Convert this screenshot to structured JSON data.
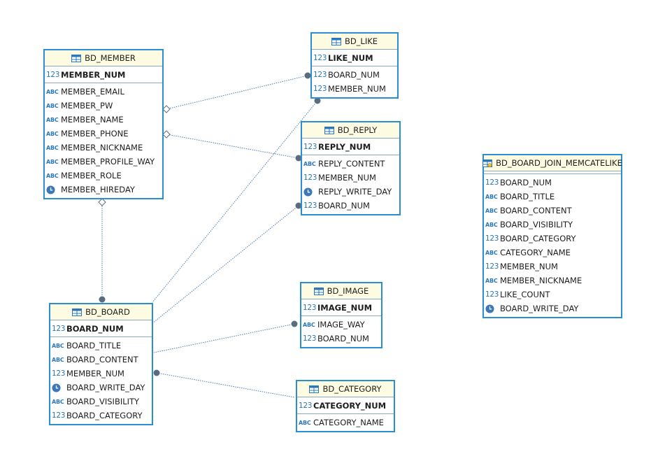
{
  "type_icons": {
    "num": "123",
    "abc": "ABC",
    "date": "clock-icon"
  },
  "colors": {
    "border": "#2a8fd0",
    "header_bg": "#fdfce2",
    "link": "#4a7fb0",
    "dot": "#5a6d80"
  },
  "entities": [
    {
      "name": "BD_MEMBER",
      "kind": "table",
      "pk": [
        {
          "name": "MEMBER_NUM",
          "type": "num"
        }
      ],
      "columns": [
        {
          "name": "MEMBER_EMAIL",
          "type": "abc"
        },
        {
          "name": "MEMBER_PW",
          "type": "abc"
        },
        {
          "name": "MEMBER_NAME",
          "type": "abc"
        },
        {
          "name": "MEMBER_PHONE",
          "type": "abc"
        },
        {
          "name": "MEMBER_NICKNAME",
          "type": "abc"
        },
        {
          "name": "MEMBER_PROFILE_WAY",
          "type": "abc"
        },
        {
          "name": "MEMBER_ROLE",
          "type": "abc"
        },
        {
          "name": "MEMBER_HIREDAY",
          "type": "date"
        }
      ]
    },
    {
      "name": "BD_LIKE",
      "kind": "table",
      "pk": [
        {
          "name": "LIKE_NUM",
          "type": "num"
        }
      ],
      "columns": [
        {
          "name": "BOARD_NUM",
          "type": "num"
        },
        {
          "name": "MEMBER_NUM",
          "type": "num"
        }
      ]
    },
    {
      "name": "BD_REPLY",
      "kind": "table",
      "pk": [
        {
          "name": "REPLY_NUM",
          "type": "num"
        }
      ],
      "columns": [
        {
          "name": "REPLY_CONTENT",
          "type": "abc"
        },
        {
          "name": "MEMBER_NUM",
          "type": "num"
        },
        {
          "name": "REPLY_WRITE_DAY",
          "type": "date"
        },
        {
          "name": "BOARD_NUM",
          "type": "num"
        }
      ]
    },
    {
      "name": "BD_BOARD_JOIN_MEMCATELIKE",
      "kind": "view",
      "pk": [],
      "columns": [
        {
          "name": "BOARD_NUM",
          "type": "num"
        },
        {
          "name": "BOARD_TITLE",
          "type": "abc"
        },
        {
          "name": "BOARD_CONTENT",
          "type": "abc"
        },
        {
          "name": "BOARD_VISIBILITY",
          "type": "abc"
        },
        {
          "name": "BOARD_CATEGORY",
          "type": "num"
        },
        {
          "name": "CATEGORY_NAME",
          "type": "abc"
        },
        {
          "name": "MEMBER_NUM",
          "type": "num"
        },
        {
          "name": "MEMBER_NICKNAME",
          "type": "abc"
        },
        {
          "name": "LIKE_COUNT",
          "type": "num"
        },
        {
          "name": "BOARD_WRITE_DAY",
          "type": "date"
        }
      ]
    },
    {
      "name": "BD_BOARD",
      "kind": "table",
      "pk": [
        {
          "name": "BOARD_NUM",
          "type": "num"
        }
      ],
      "columns": [
        {
          "name": "BOARD_TITLE",
          "type": "abc"
        },
        {
          "name": "BOARD_CONTENT",
          "type": "abc"
        },
        {
          "name": "MEMBER_NUM",
          "type": "num"
        },
        {
          "name": "BOARD_WRITE_DAY",
          "type": "date"
        },
        {
          "name": "BOARD_VISIBILITY",
          "type": "abc"
        },
        {
          "name": "BOARD_CATEGORY",
          "type": "num"
        }
      ]
    },
    {
      "name": "BD_IMAGE",
      "kind": "table",
      "pk": [
        {
          "name": "IMAGE_NUM",
          "type": "num"
        }
      ],
      "columns": [
        {
          "name": "IMAGE_WAY",
          "type": "abc"
        },
        {
          "name": "BOARD_NUM",
          "type": "num"
        }
      ]
    },
    {
      "name": "BD_CATEGORY",
      "kind": "table",
      "pk": [
        {
          "name": "CATEGORY_NUM",
          "type": "num"
        }
      ],
      "columns": [
        {
          "name": "CATEGORY_NAME",
          "type": "abc"
        }
      ]
    }
  ],
  "relationships": [
    {
      "from": "BD_LIKE",
      "to": "BD_MEMBER"
    },
    {
      "from": "BD_REPLY",
      "to": "BD_MEMBER"
    },
    {
      "from": "BD_BOARD",
      "to": "BD_MEMBER"
    },
    {
      "from": "BD_LIKE",
      "to": "BD_BOARD"
    },
    {
      "from": "BD_REPLY",
      "to": "BD_BOARD"
    },
    {
      "from": "BD_IMAGE",
      "to": "BD_BOARD"
    },
    {
      "from": "BD_BOARD",
      "to": "BD_CATEGORY"
    }
  ]
}
